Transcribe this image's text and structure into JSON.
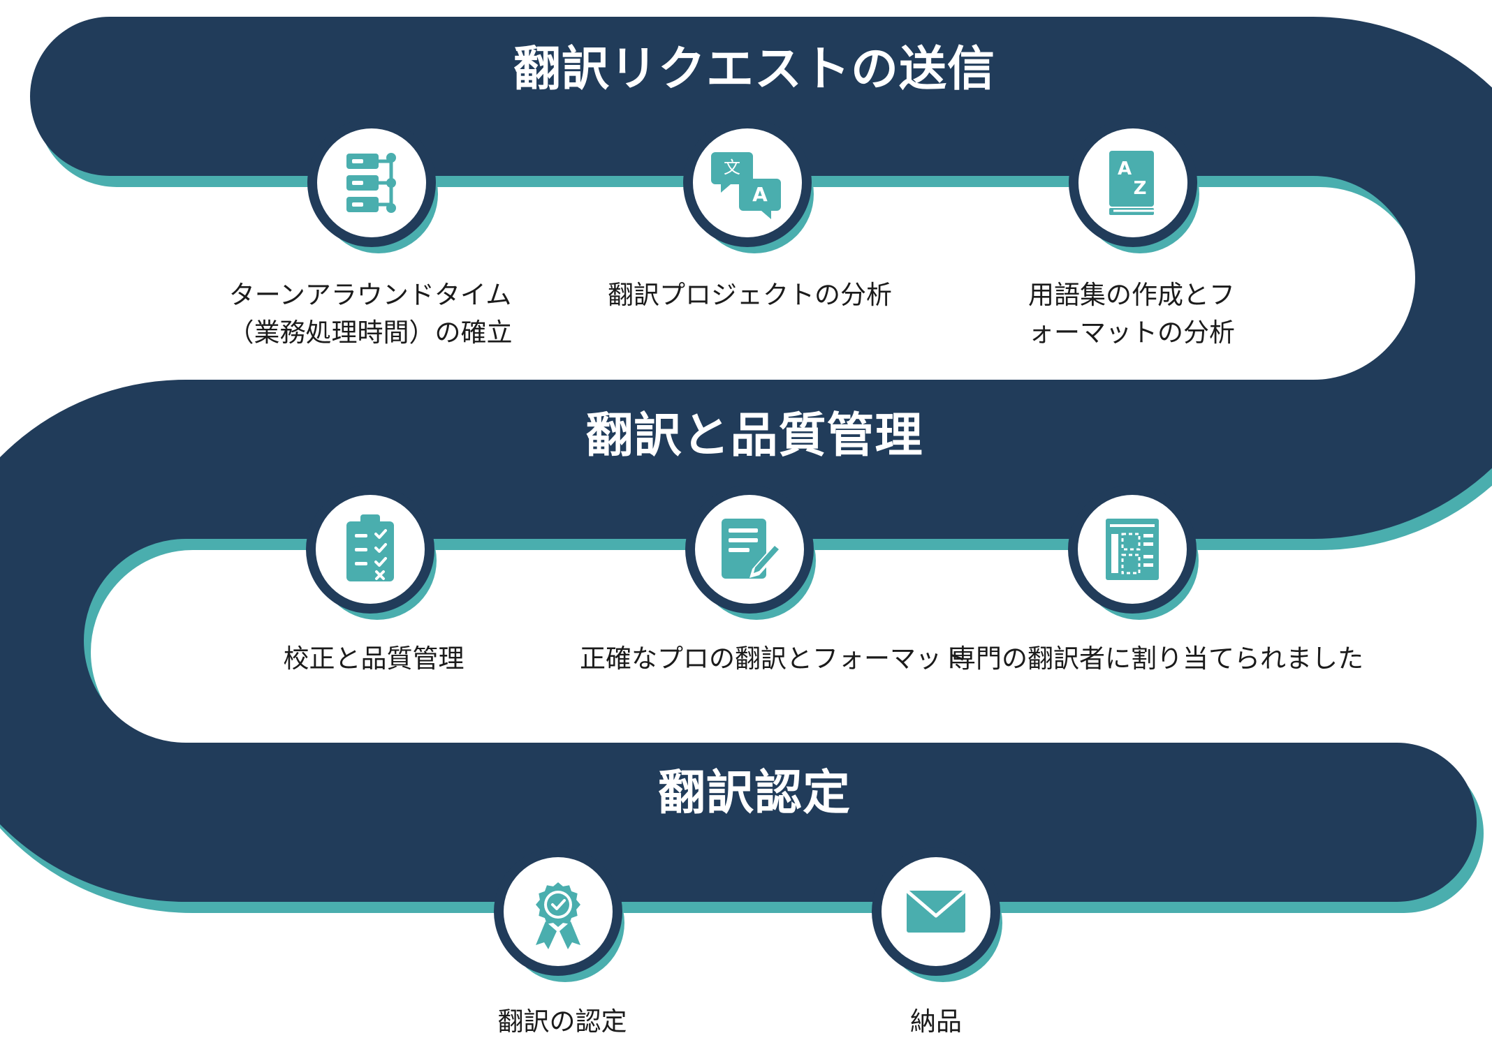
{
  "colors": {
    "road": "#213c5a",
    "road_shadow": "#4aaeae",
    "icon": "#4aaeae",
    "node_fill": "#ffffff",
    "label": "#1b1b1b"
  },
  "phases": [
    {
      "title": "翻訳リクエストの送信",
      "steps": [
        {
          "icon": "server-tree-icon",
          "label": "ターンアラウンドタイム\n（業務処理時間）の確立"
        },
        {
          "icon": "translate-bubbles-icon",
          "label": "翻訳プロジェクトの分析"
        },
        {
          "icon": "az-glossary-book-icon",
          "label": "用語集の作成とフ\nォーマットの分析"
        }
      ]
    },
    {
      "title": "翻訳と品質管理",
      "steps": [
        {
          "icon": "checklist-clipboard-icon",
          "label": "校正と品質管理"
        },
        {
          "icon": "document-edit-icon",
          "label": "正確なプロの翻訳とフォーマット"
        },
        {
          "icon": "layout-assignment-icon",
          "label": "専門の翻訳者に割り当てられました"
        }
      ]
    },
    {
      "title": "翻訳認定",
      "steps": [
        {
          "icon": "certificate-badge-icon",
          "label": "翻訳の認定"
        },
        {
          "icon": "envelope-icon",
          "label": "納品"
        }
      ]
    }
  ]
}
